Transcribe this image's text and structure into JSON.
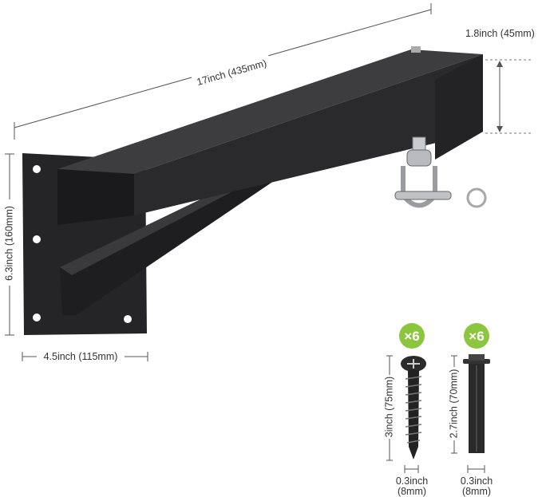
{
  "product": {
    "dimensions": {
      "arm_length": "17inch (435mm)",
      "tube_size": "1.8inch (45mm)",
      "plate_height": "6.3inch (160mm)",
      "plate_width": "4.5inch (115mm)"
    },
    "hardware": [
      {
        "name": "wood-screw",
        "quantity": "×6",
        "length": "3inch (75mm)",
        "diameter_inch": "0.3inch",
        "diameter_mm": "(8mm)"
      },
      {
        "name": "expansion-bolt",
        "quantity": "×6",
        "length": "2.7inch (70mm)",
        "diameter_inch": "0.3inch",
        "diameter_mm": "(8mm)"
      }
    ],
    "colors": {
      "badge": "#8cc63f",
      "metal": "#2a2a2c",
      "steel": "#b8babd"
    }
  }
}
